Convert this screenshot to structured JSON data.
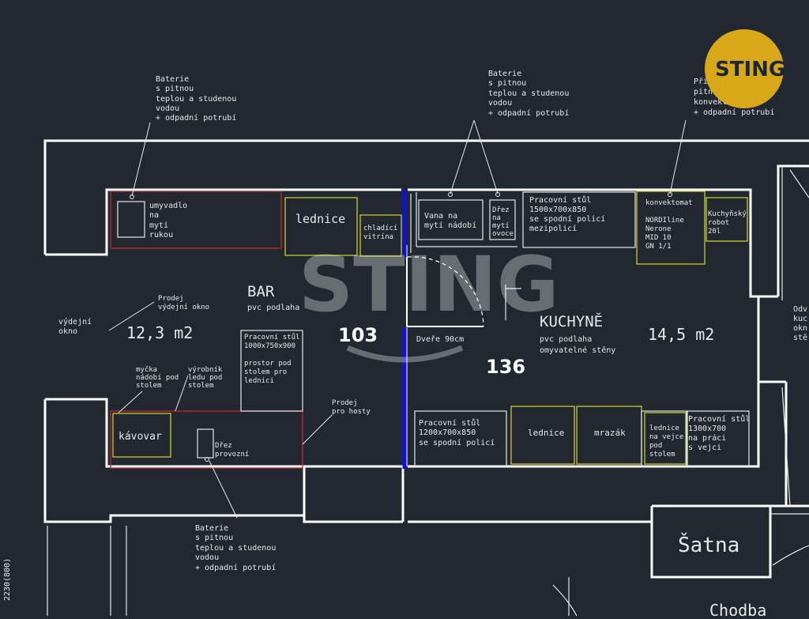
{
  "plan": {
    "rooms": {
      "bar": {
        "name": "BAR",
        "floor": "pvc podlaha",
        "area": "12,3 m2",
        "number": "103"
      },
      "kitchen": {
        "name": "KUCHYNĚ",
        "floor": "pvc podlaha",
        "walls": "omyvatelné stěny",
        "area": "14,5 m2",
        "number": "136"
      },
      "cloakroom": {
        "name": "Šatna"
      },
      "corridor": {
        "name": "Chodba"
      }
    },
    "labels": {
      "vydejni_okno": [
        "výdejní",
        "okno"
      ],
      "door": "Dveře 90cm",
      "dimension": "2230(800)",
      "right_cut": [
        "Odv",
        "kuc",
        "okn",
        "stě"
      ]
    },
    "annotations": {
      "baterie_left": [
        "Baterie",
        "s pitnou",
        "teplou a studenou",
        "vodou",
        "+ odpadní potrubí"
      ],
      "baterie_mid": [
        "Baterie",
        "s pitnou",
        "teplou a studenou",
        "vodou",
        "+ odpadní potrubí"
      ],
      "baterie_bottom": [
        "Baterie",
        "s pitnou",
        "teplou a studenou",
        "vodou",
        "+ odpadní potrubí"
      ],
      "privod": [
        "Přívod studené",
        "pitné vody do",
        "konvektomatu",
        "+ odpadní potrubí"
      ],
      "prodej_vydejni": [
        "Prodej",
        "výdejní okno"
      ],
      "prodej_hosty": [
        "Prodej",
        "pro hosty"
      ],
      "mycka": [
        "myčka",
        "nádobí pod",
        "stolem"
      ],
      "vyrobnik": [
        "výrobník",
        "ledu pod",
        "stolem"
      ]
    },
    "furniture": {
      "umyvadlo": [
        "umyvadlo",
        "na",
        "mytí",
        "rukou"
      ],
      "lednice_bar": "lednice",
      "chladici_vitrina": [
        "chladící",
        "vitrína"
      ],
      "pracovni_stul_bar": [
        "Pracovní stůl",
        "1000x750x900",
        "",
        "prostor pod",
        "stolem pro",
        "lednici"
      ],
      "kavovar": "kávovar",
      "drez_provozni": [
        "Dřez",
        "provozní"
      ],
      "vana": [
        "Vana na",
        "mytí nádobí"
      ],
      "drez_ovoce": [
        "Dřez",
        "na",
        "mytí",
        "ovoce"
      ],
      "pracovni_stul_kitchen_top": [
        "Pracovní stůl",
        "1500x700x850",
        "se spodní policí",
        "mezipolicí"
      ],
      "konvektomat": [
        "konvektomat",
        "",
        "NORDIline",
        "Nerone",
        "MID 10",
        "GN 1/1"
      ],
      "kuchynsky_robot": [
        "Kuchyňský",
        "robot",
        "20l"
      ],
      "pracovni_stul_kitchen_bottom": [
        "Pracovní stůl",
        "1200x700x850",
        "se spodní policí"
      ],
      "lednice_kitchen": "lednice",
      "mrazak": "mrazák",
      "lednice_vejce": [
        "lednice",
        "na vejce",
        "pod",
        "stolem"
      ],
      "pracovni_stul_vejce": [
        "Pracovní stůl",
        "1300x700",
        "na práci",
        "s vejci"
      ]
    },
    "watermark": "STING",
    "logo": "STING",
    "colors": {
      "background": "#212830",
      "walls": "#ffffff",
      "lines": "#e8e8e8",
      "yellow": "#c8c832",
      "red": "#c0282d",
      "partition": "#1010e0",
      "logo": "#d8a81a"
    }
  }
}
